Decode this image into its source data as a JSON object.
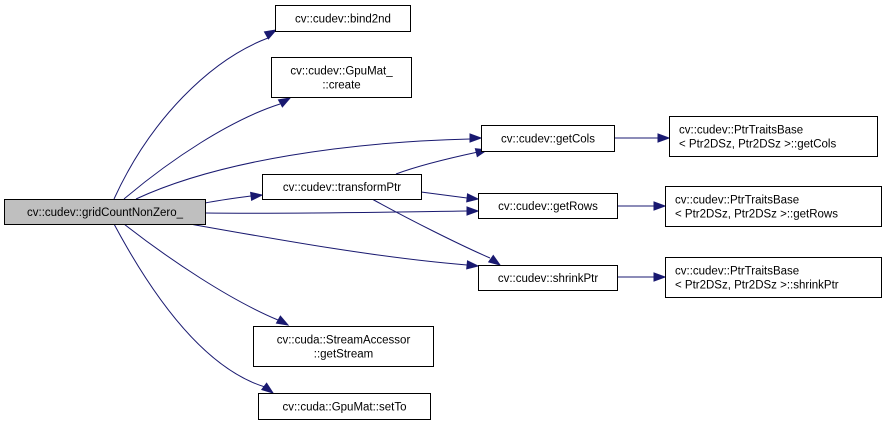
{
  "graph": {
    "type": "call-graph",
    "edge_color": "#191970",
    "root_fill": "#bfbfbf",
    "nodes": [
      {
        "id": "root",
        "lines": [
          "cv::cudev::gridCountNonZero_"
        ],
        "root": true
      },
      {
        "id": "bind2nd",
        "lines": [
          "cv::cudev::bind2nd"
        ]
      },
      {
        "id": "gpumat_create",
        "lines": [
          "cv::cudev::GpuMat_",
          "::create"
        ]
      },
      {
        "id": "getCols",
        "lines": [
          "cv::cudev::getCols"
        ]
      },
      {
        "id": "transformPtr",
        "lines": [
          "cv::cudev::transformPtr"
        ]
      },
      {
        "id": "getRows",
        "lines": [
          "cv::cudev::getRows"
        ]
      },
      {
        "id": "shrinkPtr",
        "lines": [
          "cv::cudev::shrinkPtr"
        ]
      },
      {
        "id": "ptb_getCols",
        "lines": [
          "cv::cudev::PtrTraitsBase",
          "< Ptr2DSz, Ptr2DSz >::getCols"
        ]
      },
      {
        "id": "ptb_getRows",
        "lines": [
          "cv::cudev::PtrTraitsBase",
          "< Ptr2DSz, Ptr2DSz >::getRows"
        ]
      },
      {
        "id": "ptb_shrinkPtr",
        "lines": [
          "cv::cudev::PtrTraitsBase",
          "< Ptr2DSz, Ptr2DSz >::shrinkPtr"
        ]
      },
      {
        "id": "getStream",
        "lines": [
          "cv::cuda::StreamAccessor",
          "::getStream"
        ]
      },
      {
        "id": "setTo",
        "lines": [
          "cv::cuda::GpuMat::setTo"
        ]
      }
    ],
    "edges": [
      {
        "from": "root",
        "to": "bind2nd"
      },
      {
        "from": "root",
        "to": "gpumat_create"
      },
      {
        "from": "root",
        "to": "getCols"
      },
      {
        "from": "root",
        "to": "transformPtr"
      },
      {
        "from": "root",
        "to": "getRows"
      },
      {
        "from": "root",
        "to": "shrinkPtr"
      },
      {
        "from": "root",
        "to": "getStream"
      },
      {
        "from": "root",
        "to": "setTo"
      },
      {
        "from": "transformPtr",
        "to": "getCols"
      },
      {
        "from": "transformPtr",
        "to": "getRows"
      },
      {
        "from": "transformPtr",
        "to": "shrinkPtr"
      },
      {
        "from": "getCols",
        "to": "ptb_getCols"
      },
      {
        "from": "getRows",
        "to": "ptb_getRows"
      },
      {
        "from": "shrinkPtr",
        "to": "ptb_shrinkPtr"
      }
    ]
  }
}
